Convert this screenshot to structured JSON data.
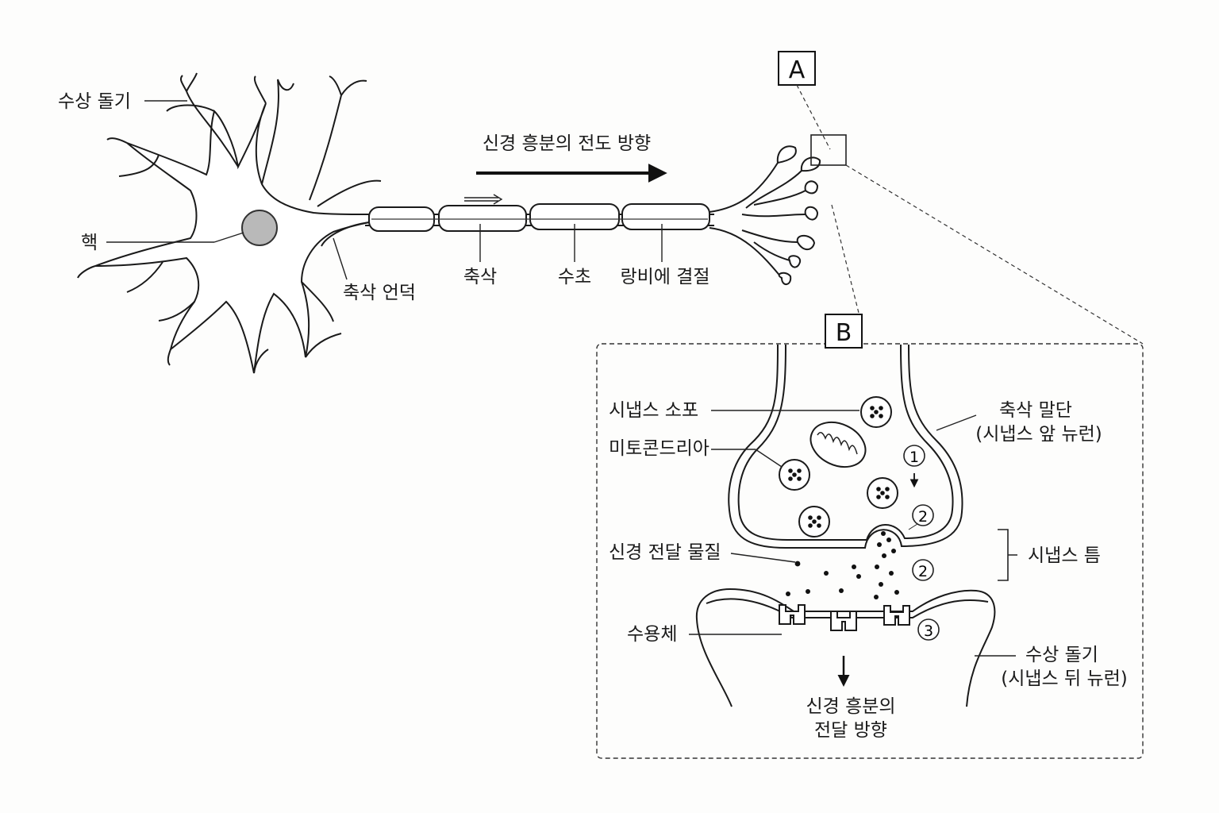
{
  "neuron": {
    "dendrite_label": "수상 돌기",
    "nucleus_label": "핵",
    "axon_hillock_label": "축삭 언덕",
    "axon_label": "축삭",
    "myelin_label": "수초",
    "node_label": "랑비에 결절",
    "conduction_label": "신경 흥분의 전도 방향"
  },
  "boxes": {
    "a": "A",
    "b": "B"
  },
  "synapse": {
    "vesicle_label": "시냅스 소포",
    "mitochondria_label": "미토콘드리아",
    "axon_terminal_label": "축삭 말단",
    "pre_neuron_label": "(시냅스 앞 뉴런)",
    "neurotransmitter_label": "신경 전달 물질",
    "cleft_label": "시냅스 틈",
    "receptor_label": "수용체",
    "post_dendrite_label": "수상 돌기",
    "post_neuron_label": "(시냅스 뒤 뉴런)",
    "transmission_line1": "신경 흥분의",
    "transmission_line2": "전달 방향",
    "steps": [
      "1",
      "2",
      "2",
      "3"
    ]
  }
}
